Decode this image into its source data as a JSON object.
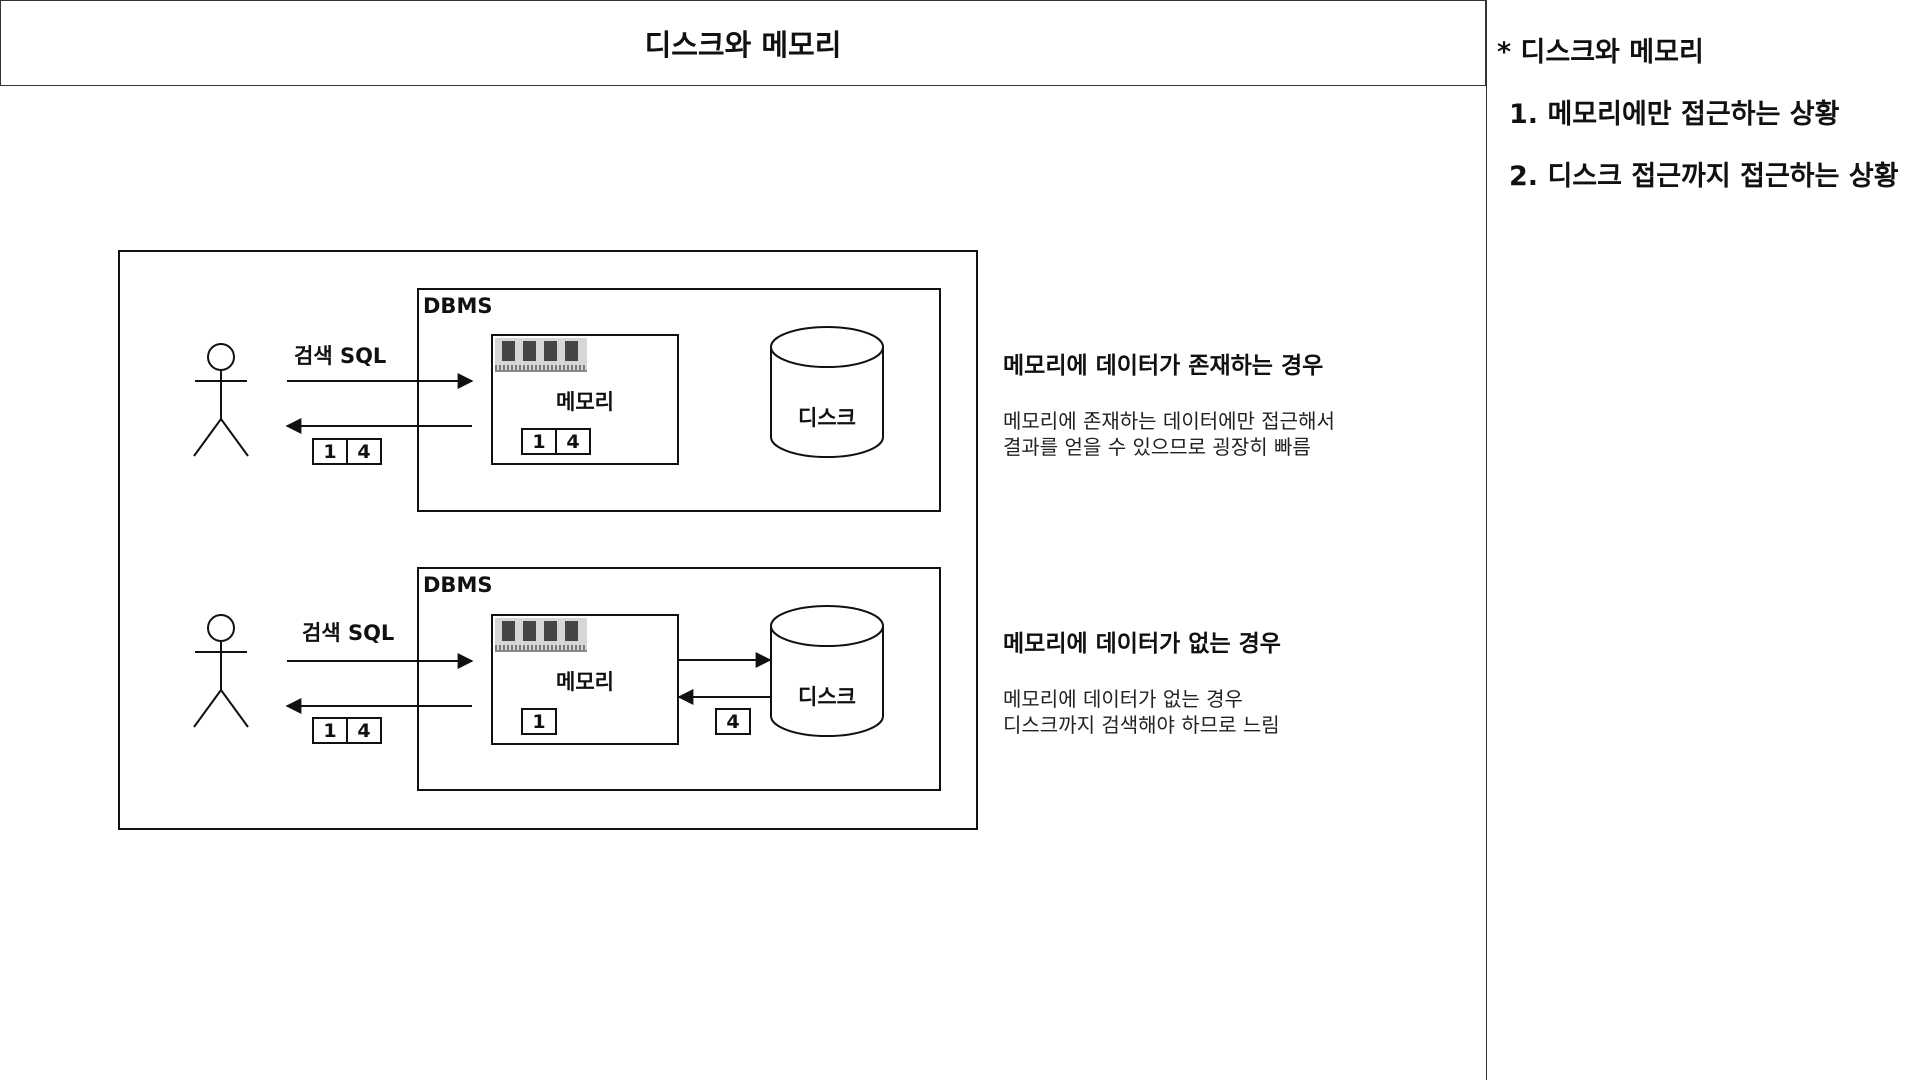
{
  "header": {
    "title": "디스크와 메모리"
  },
  "sidebar": {
    "title": "* 디스크와 메모리",
    "items": [
      "1. 메모리에만 접근하는 상황",
      "2. 디스크 접근까지 접근하는 상황"
    ]
  },
  "scenarios": [
    {
      "dbms_label": "DBMS",
      "sql_label": "검색 SQL",
      "memory_label": "메모리",
      "disk_label": "디스크",
      "memory_cells": [
        "1",
        "4"
      ],
      "result_cells": [
        "1",
        "4"
      ],
      "title": "메모리에 데이터가 존재하는 경우",
      "desc_line1": "메모리에 존재하는 데이터에만 접근해서",
      "desc_line2": "결과를 얻을 수 있으므로 굉장히 빠름"
    },
    {
      "dbms_label": "DBMS",
      "sql_label": "검색 SQL",
      "memory_label": "메모리",
      "disk_label": "디스크",
      "memory_cells": [
        "1"
      ],
      "disk_return_cells": [
        "4"
      ],
      "result_cells": [
        "1",
        "4"
      ],
      "title": "메모리에 데이터가 없는 경우",
      "desc_line1": "메모리에 데이터가 없는 경우",
      "desc_line2": "디스크까지 검색해야 하므로 느림"
    }
  ]
}
